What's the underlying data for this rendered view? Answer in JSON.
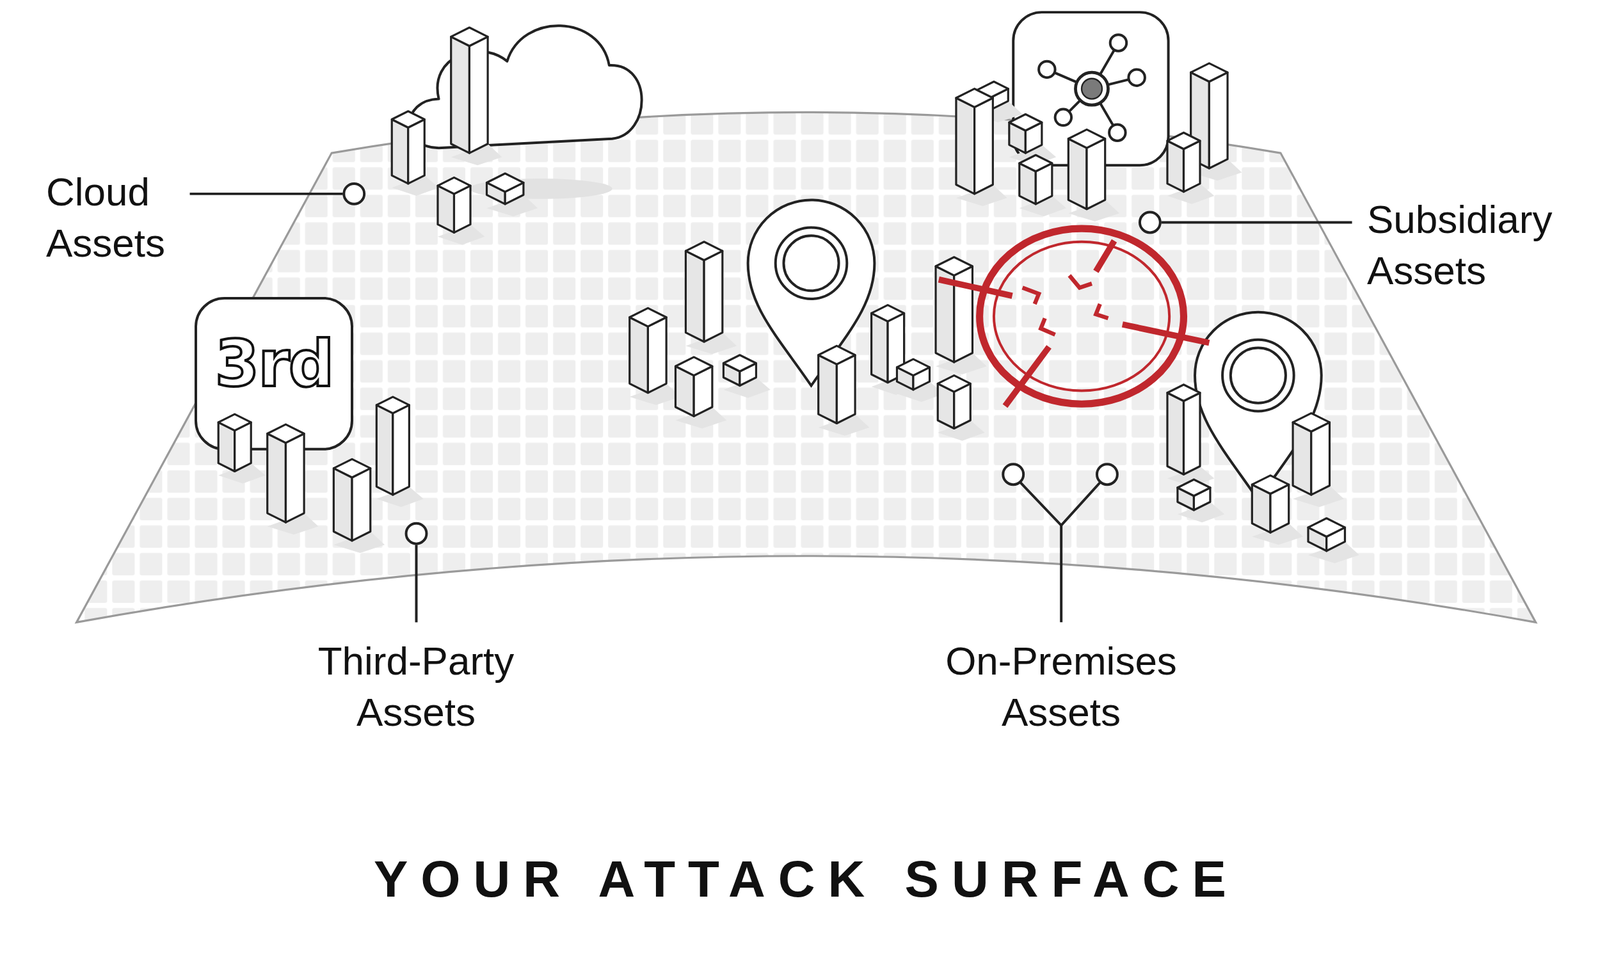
{
  "diagram": {
    "title": "YOUR ATTACK SURFACE",
    "nodes": [
      {
        "text": [
          "3rd"
        ]
      }
    ],
    "labels": [
      "Cloud Assets",
      "Subsidiary Assets",
      "Third-Party Assets",
      "On-Premises Assets"
    ]
  }
}
